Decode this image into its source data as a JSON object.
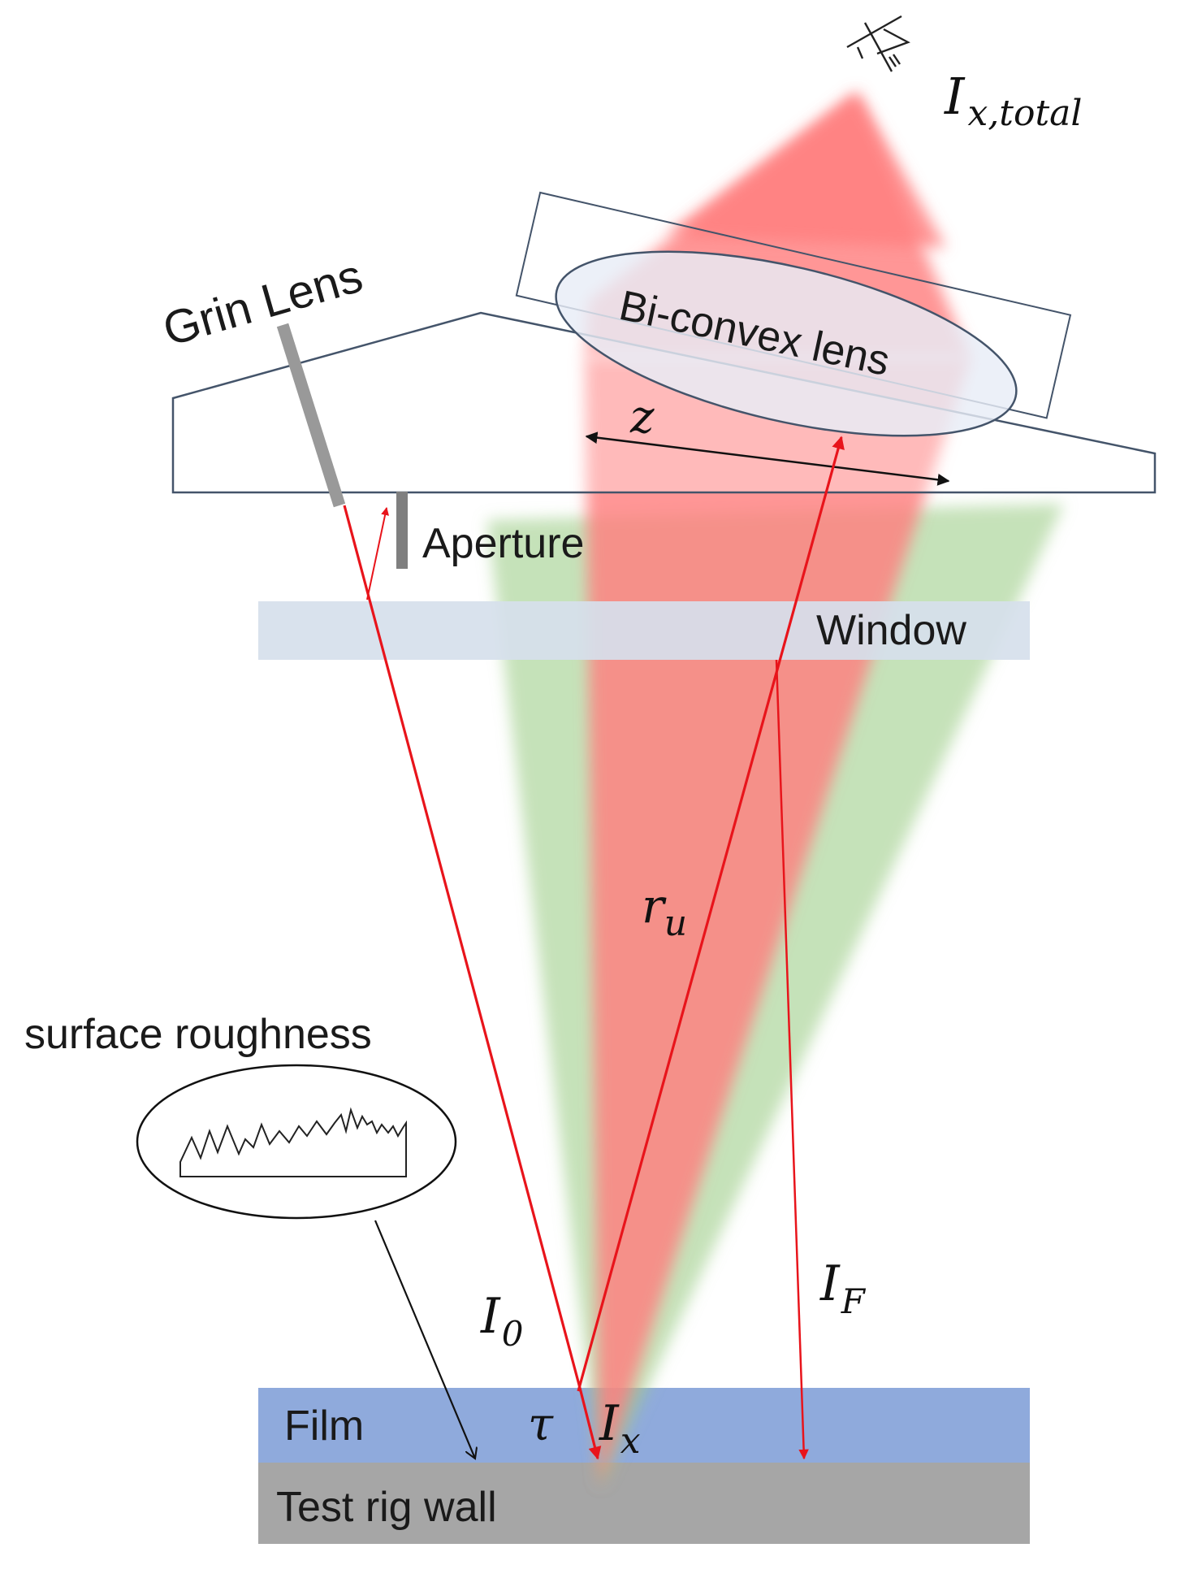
{
  "labels": {
    "grin_lens": "Grin Lens",
    "bi_convex_lens": "Bi-convex lens",
    "aperture": "Aperture",
    "window": "Window",
    "surface_roughness": "surface roughness",
    "film": "Film",
    "test_rig_wall": "Test rig wall"
  },
  "symbols": {
    "detector_intensity": {
      "main": "I",
      "sub": "x,total"
    },
    "z": "z",
    "r_u": {
      "main": "r",
      "sub": "u"
    },
    "I0": {
      "main": "I",
      "sub": "0"
    },
    "IF": {
      "main": "I",
      "sub": "F"
    },
    "tau": "τ",
    "Ix": {
      "main": "I",
      "sub": "x"
    }
  },
  "icons": {
    "detector": "photodiode-icon",
    "roughness": "rough-surface-icon"
  },
  "colors": {
    "ray": "#e8141b",
    "red_beam": "#ff7f7f",
    "green_beam": "#9fcf8a",
    "film": "#8faadc",
    "wall": "#a6a6a6",
    "window": "#d6e0ec",
    "lens_fill": "#e8edf6",
    "outline": "#44546a",
    "grin_rod": "#999999"
  }
}
